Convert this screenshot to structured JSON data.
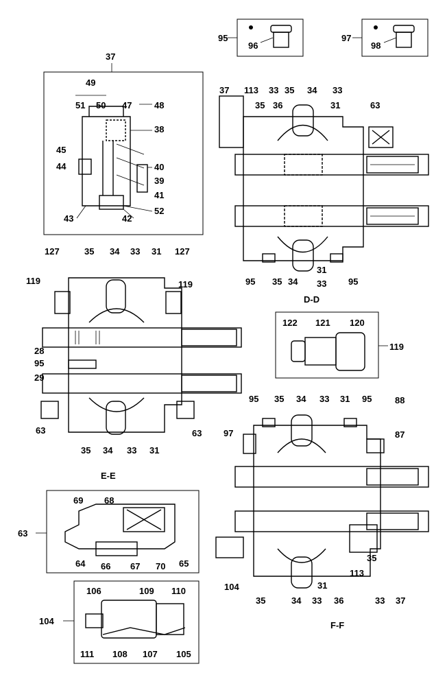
{
  "callouts": {
    "c95a": "95",
    "c96": "96",
    "c97": "97",
    "c98": "98",
    "c37": "37",
    "c49": "49",
    "c51": "51",
    "c50": "50",
    "c47": "47",
    "c48": "48",
    "c38": "38",
    "c45": "45",
    "c44": "44",
    "c40": "40",
    "c39": "39",
    "c41": "41",
    "c52": "52",
    "c43": "43",
    "c42": "42",
    "d37": "37",
    "d113": "113",
    "d33a": "33",
    "d35a": "35",
    "d34": "34",
    "d33b": "33",
    "d36": "36",
    "d31a": "31",
    "d63": "63",
    "d95a": "95",
    "d35b": "35",
    "d34b": "34",
    "d31b": "31",
    "d33c": "33",
    "d95b": "95",
    "e127a": "127",
    "e35a": "35",
    "e34a": "34",
    "e33a": "33",
    "e31a": "31",
    "e127b": "127",
    "e119a": "119",
    "e119b": "119",
    "e28": "28",
    "e95": "95",
    "e29": "29",
    "e63a": "63",
    "e63b": "63",
    "e35b": "35",
    "e34b": "34",
    "e33b": "33",
    "e31b": "31",
    "i122": "122",
    "i121": "121",
    "i120": "120",
    "i119": "119",
    "f95a": "95",
    "f35a": "35",
    "f34a": "34",
    "f33a": "33",
    "f31a": "31",
    "f95b": "95",
    "f88": "88",
    "f97": "97",
    "f87": "87",
    "f104": "104",
    "f35b": "35",
    "f31b": "31",
    "f113": "113",
    "f35c": "35",
    "f34b": "34",
    "f33b": "33",
    "f36": "36",
    "f33c": "33",
    "f37": "37",
    "g63": "63",
    "g69": "69",
    "g68": "68",
    "g64": "64",
    "g66": "66",
    "g67": "67",
    "g70": "70",
    "g65": "65",
    "h104": "104",
    "h106": "106",
    "h109": "109",
    "h110": "110",
    "h111": "111",
    "h108": "108",
    "h107": "107",
    "h105": "105"
  },
  "section_labels": {
    "dd": "D-D",
    "ee": "E-E",
    "ff": "F-F"
  }
}
